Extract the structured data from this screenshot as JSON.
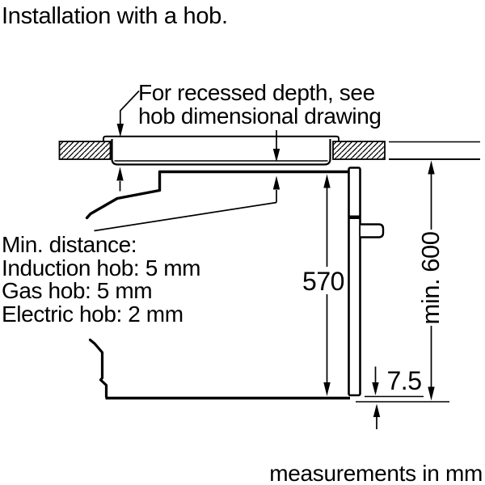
{
  "title": "Installation with a hob.",
  "notes": {
    "recessed": {
      "line1": "For recessed depth, see",
      "line2": "hob dimensional drawing"
    },
    "min_distance": {
      "heading": "Min. distance:",
      "induction": "Induction hob: 5 mm",
      "gas": "Gas hob: 5 mm",
      "electric": "Electric hob: 2 mm"
    }
  },
  "dimensions": {
    "oven_body_height": "570",
    "niche_height": "min. 600",
    "door_bottom_gap": "7.5"
  },
  "footer": "measurements in mm",
  "colors": {
    "ink": "#000000",
    "background": "#ffffff"
  }
}
